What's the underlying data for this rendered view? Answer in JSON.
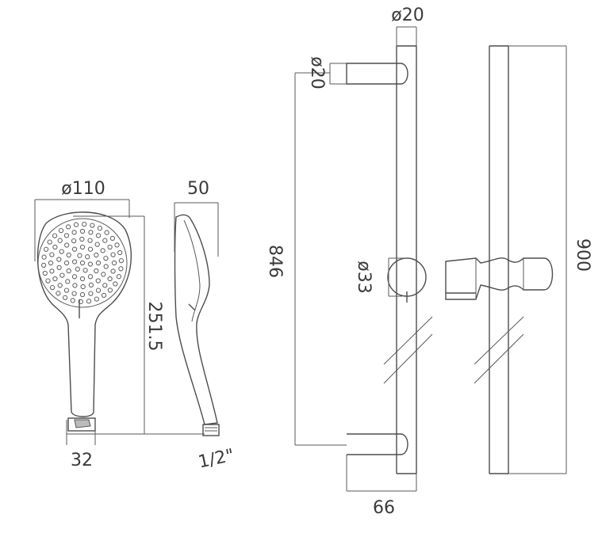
{
  "drawing": {
    "handset": {
      "head_diameter": "ø110",
      "head_depth": "50",
      "length": "251.5",
      "connector_width": "32",
      "thread": "1/2\""
    },
    "rail": {
      "bar_diameter": "ø20",
      "bracket_diameter": "ø20",
      "center_distance": "846",
      "holder_diameter": "ø33",
      "projection": "66",
      "overall_length": "900"
    },
    "colors": {
      "line": "#4d4d4d",
      "text": "#3a3a3a",
      "background": "#ffffff"
    }
  }
}
